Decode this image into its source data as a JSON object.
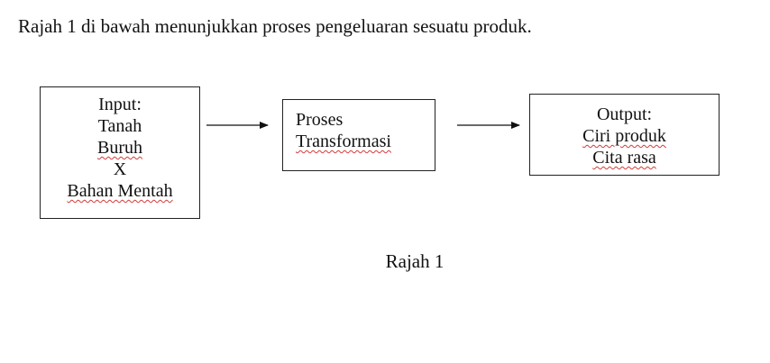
{
  "intro_text": "Rajah 1 di bawah menunjukkan proses pengeluaran sesuatu produk.",
  "diagram": {
    "input_box": {
      "lines": [
        "Input:",
        "Tanah",
        "Buruh",
        "X",
        "Bahan Mentah"
      ]
    },
    "process_box": {
      "lines": [
        "Proses",
        "Transformasi"
      ]
    },
    "output_box": {
      "lines": [
        "Output:",
        "Ciri produk",
        "Cita rasa"
      ]
    }
  },
  "caption": "Rajah 1"
}
